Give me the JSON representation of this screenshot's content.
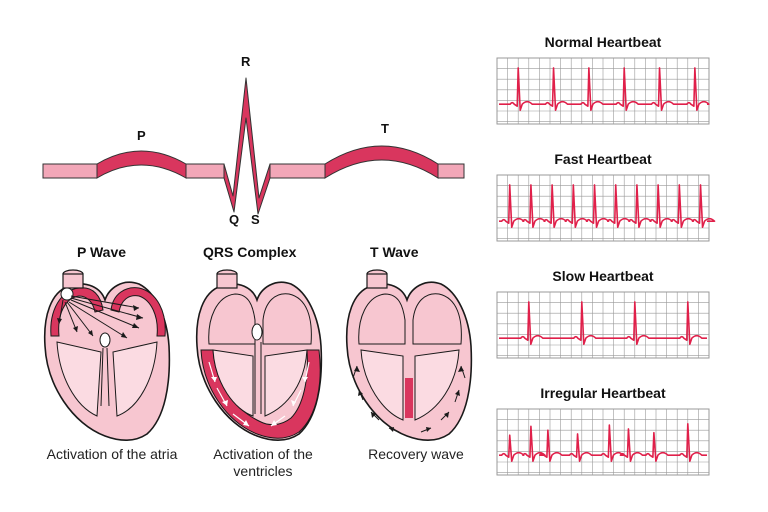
{
  "waveform": {
    "labels": {
      "p": "P",
      "q": "Q",
      "r": "R",
      "s": "S",
      "t": "T"
    }
  },
  "panels": [
    {
      "title": "P Wave",
      "caption": "Activation of the atria"
    },
    {
      "title": "QRS Complex",
      "caption": "Activation of the ventricles"
    },
    {
      "title": "T Wave",
      "caption": "Recovery wave"
    }
  ],
  "ecg_strips": [
    {
      "title": "Normal Heartbeat",
      "pattern": "normal",
      "beats": 6
    },
    {
      "title": "Fast Heartbeat",
      "pattern": "fast",
      "beats": 10
    },
    {
      "title": "Slow Heartbeat",
      "pattern": "slow",
      "beats": 4
    },
    {
      "title": "Irregular Heartbeat",
      "pattern": "irregular",
      "beats": 8
    }
  ],
  "colors": {
    "wave_fill": "#d9365e",
    "wave_light": "#f2a7b8",
    "heart_fill": "#f7c6d0",
    "heart_outline": "#1a1a1a",
    "ecg_trace": "#e0204a",
    "grid": "#999999"
  },
  "icons": [
    "heart-diagram-icon",
    "ecg-trace-icon"
  ]
}
